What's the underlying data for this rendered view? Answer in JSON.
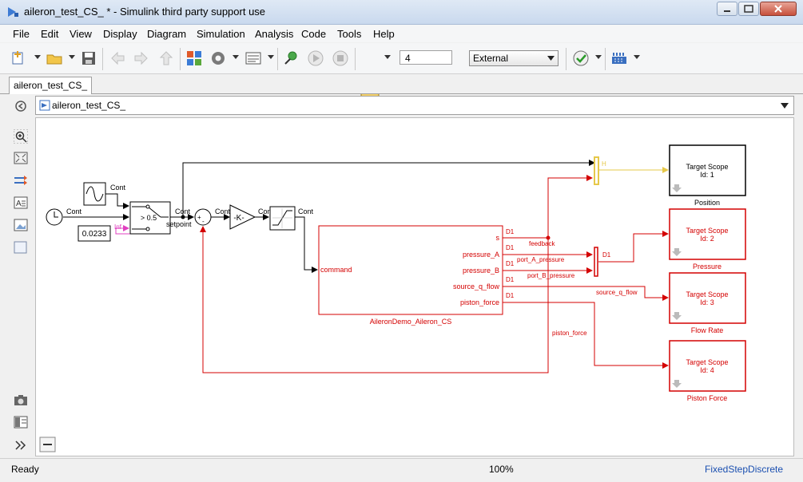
{
  "window": {
    "title": "aileron_test_CS_ * - Simulink third party support use"
  },
  "menu": [
    "File",
    "Edit",
    "View",
    "Display",
    "Diagram",
    "Simulation",
    "Analysis",
    "Code",
    "Tools",
    "Help"
  ],
  "toolbar": {
    "stop_time": "4",
    "sim_mode": "External"
  },
  "tab": {
    "label": "aileron_test_CS_"
  },
  "address": {
    "path": "aileron_test_CS_"
  },
  "diagram": {
    "clock_out": "Cont",
    "sine_out": "Cont",
    "constant_value": "0.0233",
    "constant_out": "Inf",
    "switch_label": "> 0.5",
    "switch_out": "Cont",
    "switch_signal": "setpoint",
    "sum_out": "Cont",
    "gain_label": "-K-",
    "gain_out": "Cont",
    "sat_out": "Cont",
    "mux_out": "H",
    "sub": {
      "name": "AileronDemo_Aileron_CS",
      "in_port": "command",
      "ports": [
        "s",
        "pressure_A",
        "pressure_B",
        "source_q_flow",
        "piston_force"
      ],
      "rates": [
        "D1",
        "D1",
        "D1",
        "D1",
        "D1"
      ]
    },
    "signals": {
      "feedback": "feedback",
      "port_a": "port_A_pressure",
      "port_b": "port_B_pressure",
      "source_q": "source_q_flow",
      "piston": "piston_force",
      "mux2_out": "D1"
    },
    "scopes": [
      {
        "title": "Target Scope",
        "id": "Id: 1",
        "caption": "Position"
      },
      {
        "title": "Target Scope",
        "id": "Id: 2",
        "caption": "Pressure"
      },
      {
        "title": "Target Scope",
        "id": "Id: 3",
        "caption": "Flow Rate"
      },
      {
        "title": "Target Scope",
        "id": "Id: 4",
        "caption": "Piston Force"
      }
    ]
  },
  "status": {
    "left": "Ready",
    "zoom": "100%",
    "solver": "FixedStepDiscrete"
  },
  "colors": {
    "signal_black": "#000000",
    "signal_red": "#d40000",
    "mux_yellow": "#e6c84a",
    "inf_magenta": "#e040c0",
    "solver_link": "#1a4fb0"
  }
}
